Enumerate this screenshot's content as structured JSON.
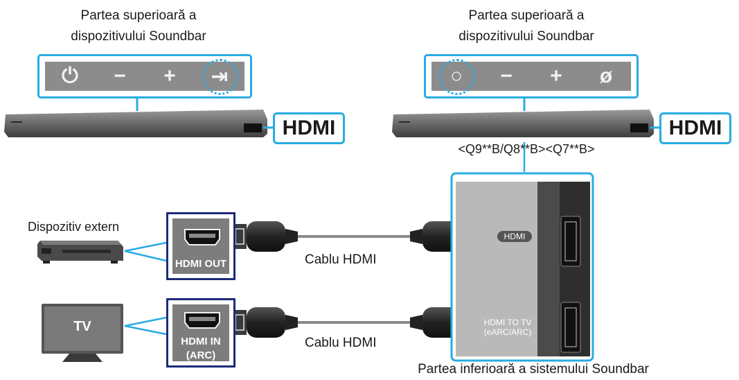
{
  "left_top": {
    "title_line1": "Partea superioară a",
    "title_line2": "dispozitivului Soundbar",
    "hdmi_label": "HDMI",
    "buttons": [
      {
        "icon": "power-icon",
        "glyph": "⏻"
      },
      {
        "icon": "minus-icon",
        "glyph": "−"
      },
      {
        "icon": "plus-icon",
        "glyph": "+"
      },
      {
        "icon": "input-icon",
        "glyph": "⇥"
      }
    ]
  },
  "right_top": {
    "title_line1": "Partea superioară a",
    "title_line2": "dispozitivului Soundbar",
    "hdmi_label": "HDMI",
    "model_note": "<Q9**B/Q8**B><Q7**B>",
    "buttons": [
      {
        "icon": "circle-icon",
        "glyph": "○"
      },
      {
        "icon": "minus-icon",
        "glyph": "−"
      },
      {
        "icon": "plus-icon",
        "glyph": "+"
      },
      {
        "icon": "mic-off-icon",
        "glyph": "ø"
      }
    ]
  },
  "external_device": {
    "label": "Dispozitiv extern",
    "port_label": "HDMI OUT"
  },
  "tv": {
    "label": "TV",
    "port_label_line1": "HDMI IN",
    "port_label_line2": "(ARC)"
  },
  "cables": {
    "top_label": "Cablu HDMI",
    "bottom_label": "Cablu HDMI"
  },
  "bottom_panel": {
    "hdmi_port": "HDMI",
    "hdmi_tv_line1": "HDMI TO TV",
    "hdmi_tv_line2": "(eARC/ARC)",
    "caption": "Partea inferioară a sistemului Soundbar"
  },
  "colors": {
    "accent": "#29abe2",
    "port_border": "#1e2a7a",
    "panel_gray": "#8c8c8c"
  }
}
